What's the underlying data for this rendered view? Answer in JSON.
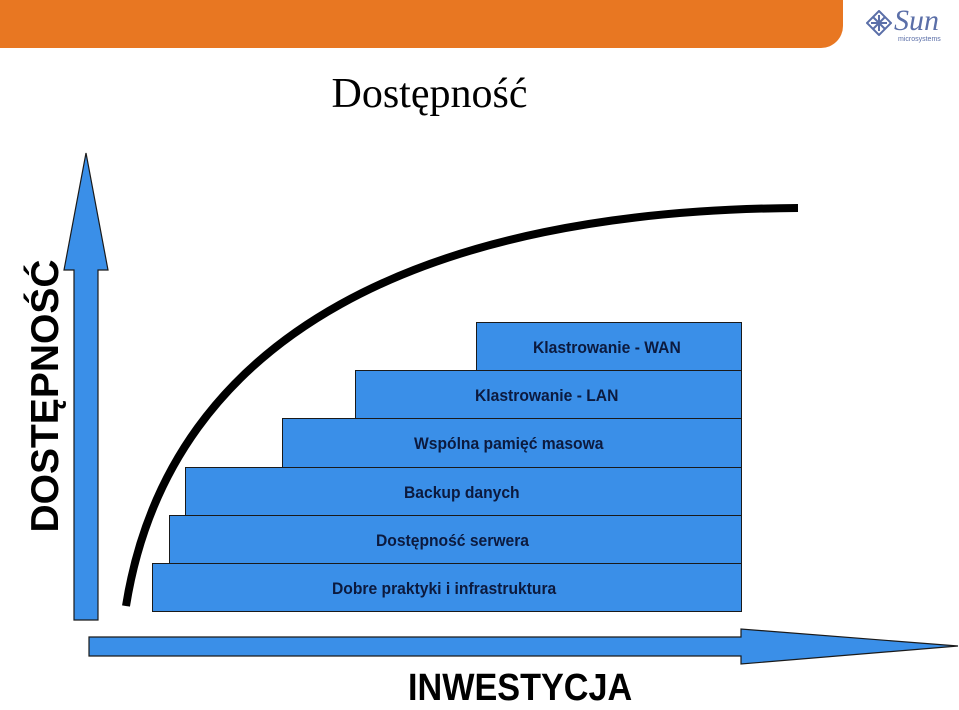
{
  "header": {
    "title": "Dostępność",
    "logo_text": "Sun",
    "logo_subtext": "microsystems",
    "accent": "#e87722"
  },
  "axes": {
    "y_label": "DOSTĘPNOŚĆ",
    "x_label": "INWESTYCJA",
    "arrow_color": "#3a8fe8"
  },
  "steps": [
    {
      "label": "Dobre praktyki i infrastruktura"
    },
    {
      "label": "Dostępność serwera"
    },
    {
      "label": "Backup danych"
    },
    {
      "label": "Wspólna pamięć masowa"
    },
    {
      "label": "Klastrowanie - LAN"
    },
    {
      "label": "Klastrowanie - WAN"
    }
  ],
  "colors": {
    "step_fill": "#3a8fe8",
    "step_text": "#0c1a3e",
    "curve": "#000000"
  }
}
